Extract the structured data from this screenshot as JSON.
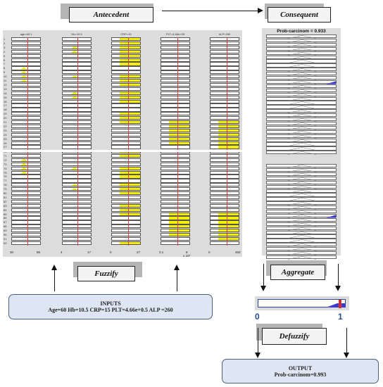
{
  "labels": {
    "antecedent": "Antecedent",
    "consequent": "Consequent",
    "fuzzify": "Fuzzify",
    "aggregate": "Aggregate",
    "defuzzify": "Defuzzify"
  },
  "input_columns": [
    {
      "header": "age=60.1",
      "min": "30",
      "max": "85",
      "red": 0.55
    },
    {
      "header": "Hb=10.5",
      "min": "4",
      "max": "17",
      "red": 0.52
    },
    {
      "header": "CRP=15",
      "min": "0",
      "max": "27",
      "red": 0.56
    },
    {
      "header": "PLT=4.66e+05",
      "min": "0.1",
      "max": "8",
      "red": 0.57,
      "exp": "x 10⁵"
    },
    {
      "header": "ALP=260",
      "min": "0",
      "max": "450",
      "red": 0.58
    }
  ],
  "row_numbers": {
    "top": [
      "1",
      "2",
      "3",
      "4",
      "5",
      "6",
      "7",
      "8",
      "9",
      "10",
      "11",
      "12",
      "13",
      "14",
      "15",
      "16",
      "17",
      "18",
      "19",
      "20",
      "21",
      "22",
      "23",
      "24",
      "25",
      "26",
      "27"
    ],
    "bottom": [
      "70",
      "71",
      "72",
      "73",
      "74",
      "75",
      "76",
      "77",
      "78",
      "79",
      "80",
      "81",
      "82",
      "83",
      "84",
      "85",
      "86",
      "87",
      "88",
      "89",
      "90",
      "91",
      "92"
    ]
  },
  "output_header": "Prob-carcinom = 0.933",
  "inputs_box": {
    "title": "INPUTS",
    "text": "Age=60 Hb=10.5 CRP=15 PLT=4.66e+0.5 ALP =260"
  },
  "output_box": {
    "title": "OUTPUT",
    "text": "Prob-carcinom=0.993"
  },
  "defuzz_axis": {
    "min": "0",
    "max": "1"
  },
  "colors": {
    "fill": "#f5f000",
    "marker": "#e04040",
    "aggregate": "#3a3ad0",
    "box_bg": "#dde6f2"
  }
}
